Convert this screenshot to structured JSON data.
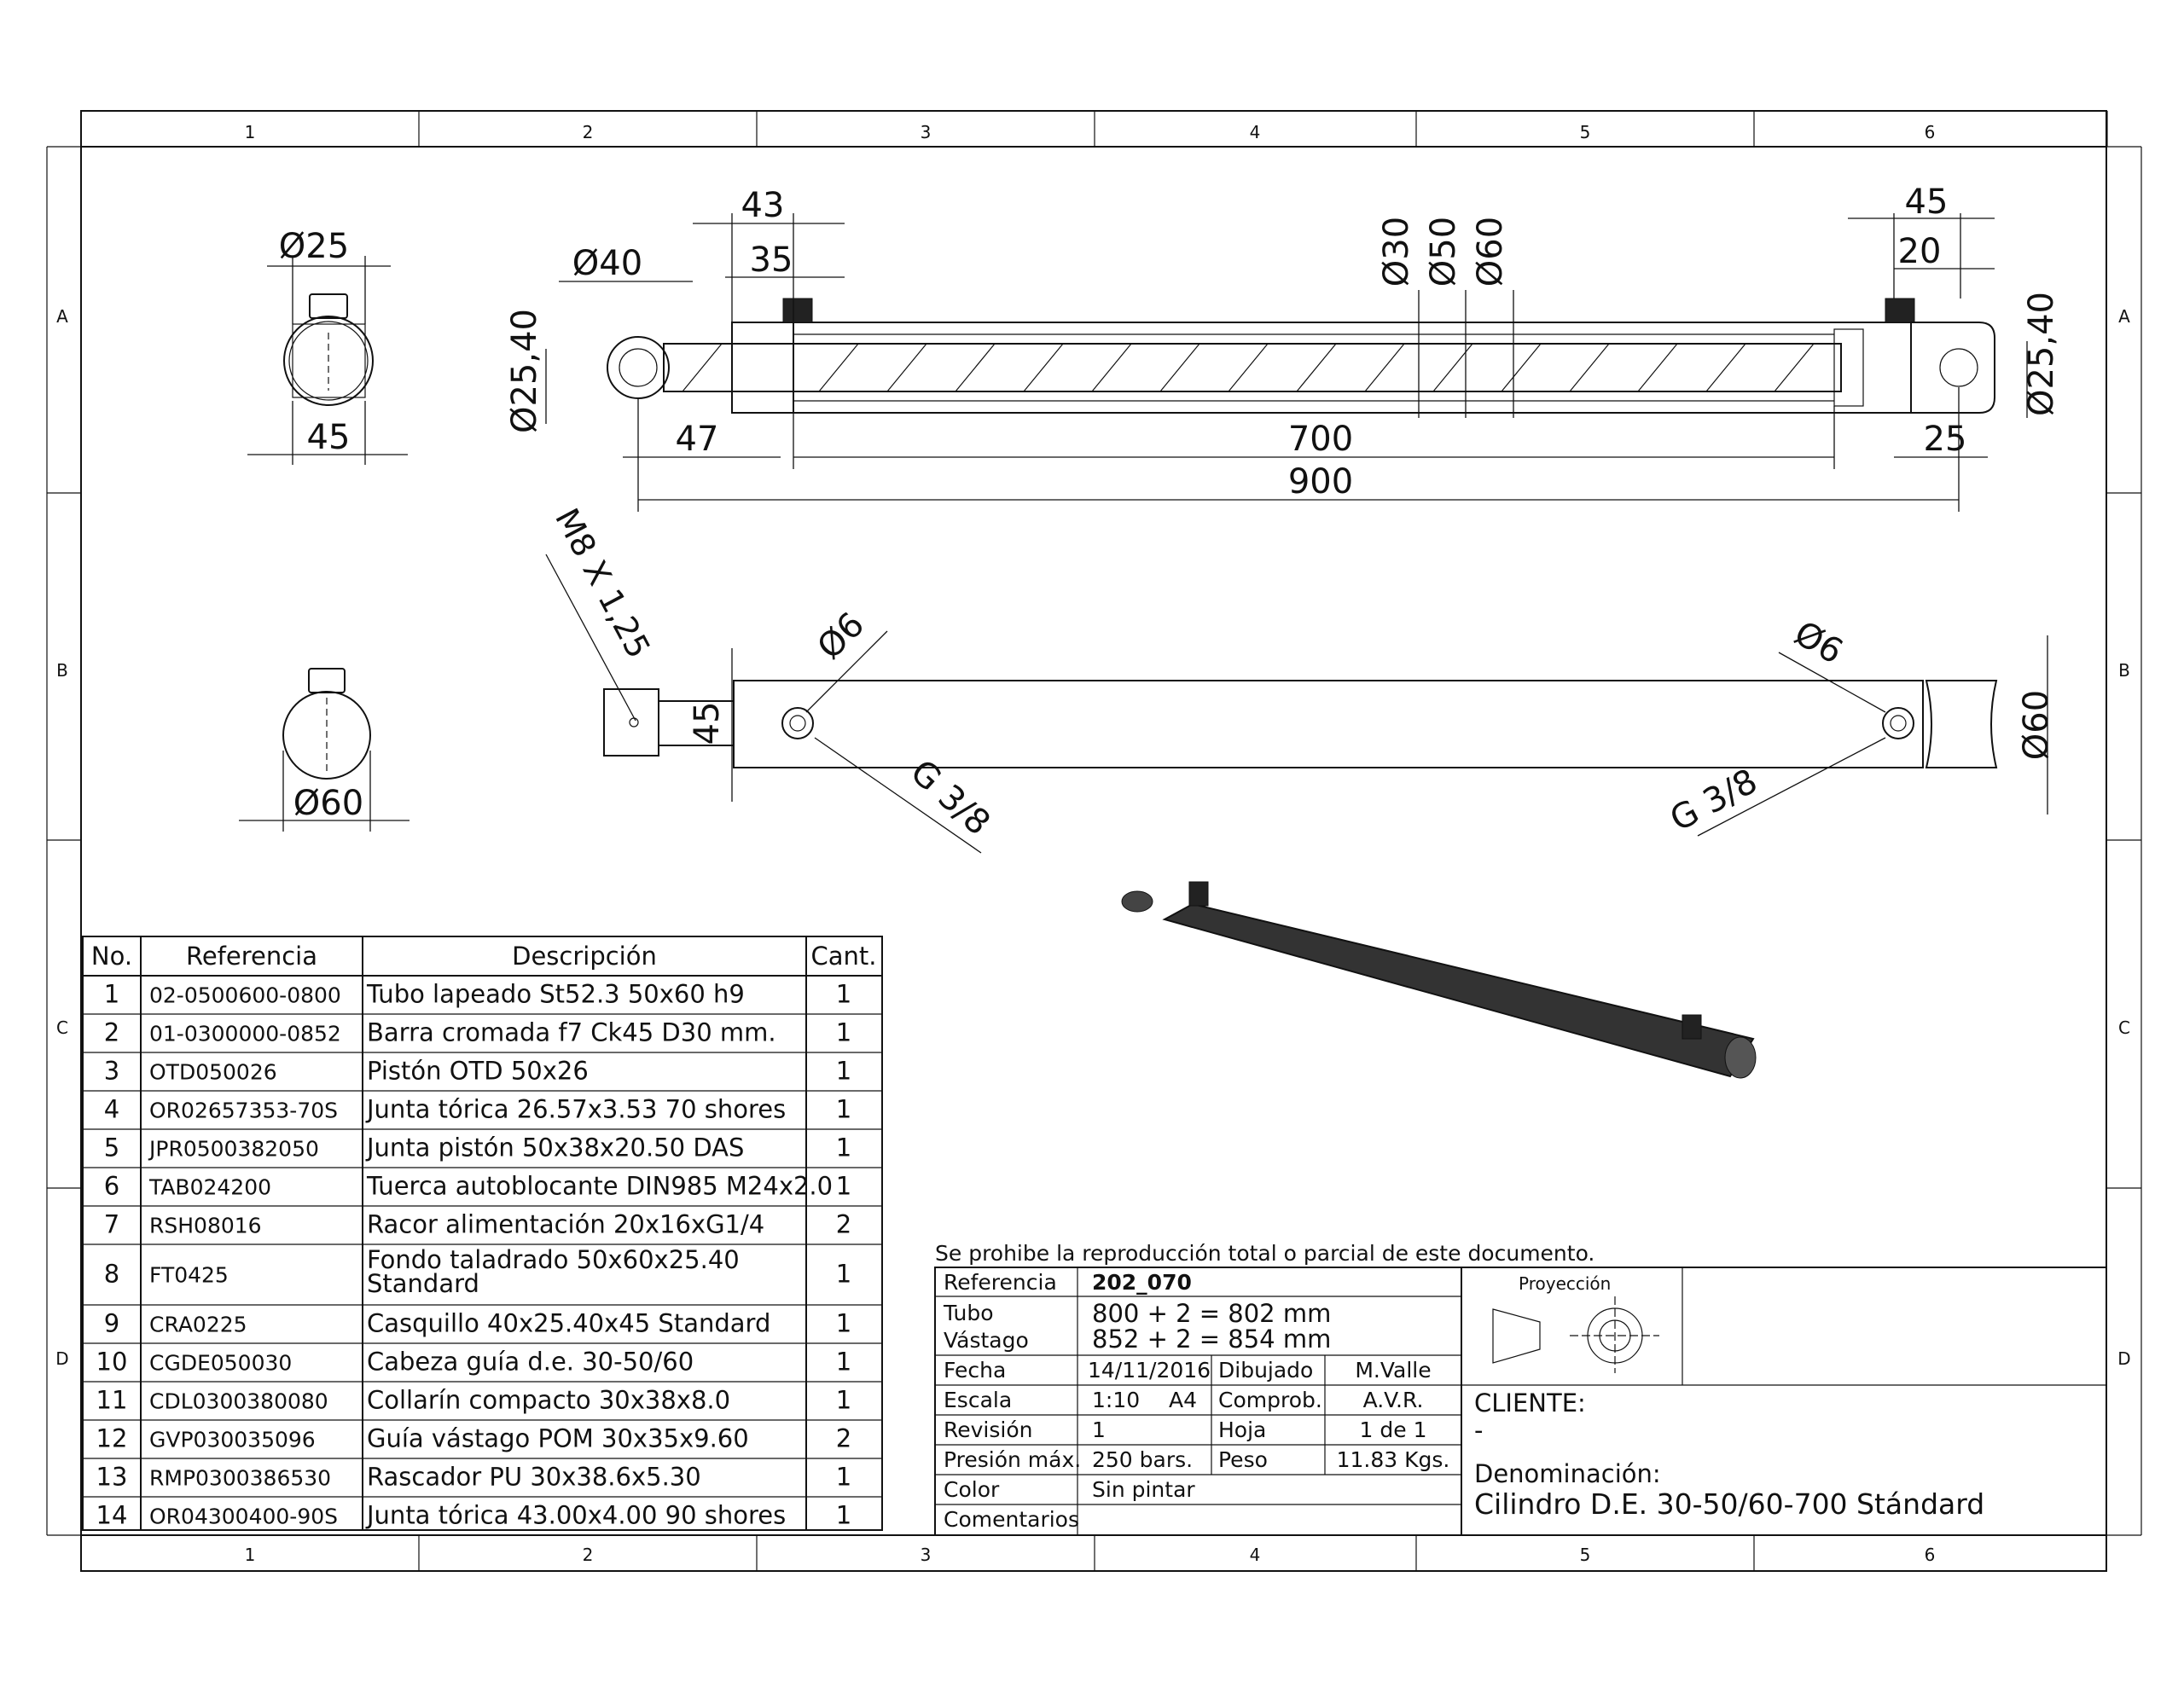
{
  "zones": {
    "columns": [
      "1",
      "2",
      "3",
      "4",
      "5",
      "6"
    ],
    "rows": [
      "A",
      "B",
      "C",
      "D"
    ]
  },
  "dimensions": {
    "top_view": {
      "d25": "Ø25",
      "d40": "Ø40",
      "w43": "43",
      "w35": "35",
      "d30": "Ø30",
      "d50": "Ø50",
      "d60": "Ø60",
      "w45": "45",
      "w20": "20",
      "d2540_left": "Ø25,40",
      "d2540_right": "Ø25,40",
      "w47": "47",
      "w700": "700",
      "w25": "25",
      "w900": "900",
      "end_w45": "45"
    },
    "side_view": {
      "thread": "M8 X 1,25",
      "w45": "45",
      "d6_left": "Ø6",
      "d6_right": "Ø6",
      "port_left": "G 3/8",
      "port_right": "G 3/8",
      "d60": "Ø60",
      "end_d60": "Ø60"
    }
  },
  "bom": {
    "headers": [
      "No.",
      "Referencia",
      "Descripción",
      "Cant."
    ],
    "rows": [
      [
        "1",
        "02-0500600-0800",
        "Tubo lapeado St52.3 50x60 h9",
        "1"
      ],
      [
        "2",
        "01-0300000-0852",
        "Barra cromada f7 Ck45 D30 mm.",
        "1"
      ],
      [
        "3",
        "OTD050026",
        "Pistón OTD 50x26",
        "1"
      ],
      [
        "4",
        "OR02657353-70S",
        "Junta tórica 26.57x3.53 70 shores",
        "1"
      ],
      [
        "5",
        "JPR0500382050",
        "Junta pistón 50x38x20.50 DAS",
        "1"
      ],
      [
        "6",
        "TAB024200",
        "Tuerca autoblocante DIN985 M24x2.0",
        "1"
      ],
      [
        "7",
        "RSH08016",
        "Racor alimentación 20x16xG1/4",
        "2"
      ],
      [
        "8",
        "FT0425",
        "Fondo taladrado 50x60x25.40 Standard",
        "1"
      ],
      [
        "9",
        "CRA0225",
        "Casquillo 40x25.40x45 Standard",
        "1"
      ],
      [
        "10",
        "CGDE050030",
        "Cabeza guía d.e. 30-50/60",
        "1"
      ],
      [
        "11",
        "CDL0300380080",
        "Collarín compacto 30x38x8.0",
        "1"
      ],
      [
        "12",
        "GVP030035096",
        "Guía vástago POM 30x35x9.60",
        "2"
      ],
      [
        "13",
        "RMP0300386530",
        "Rascador PU 30x38.6x5.30",
        "1"
      ],
      [
        "14",
        "OR04300400-90S",
        "Junta tórica 43.00x4.00 90 shores",
        "1"
      ]
    ]
  },
  "title_block": {
    "notice": "Se prohibe la reproducción total o parcial de este documento.",
    "referencia_label": "Referencia",
    "referencia_value": "202_070",
    "tubo_label": "Tubo",
    "tubo_value": "800 + 2 = 802 mm",
    "vastago_label": "Vástago",
    "vastago_value": "852 + 2 = 854 mm",
    "fecha_label": "Fecha",
    "fecha_value": "14/11/2016",
    "dibujado_label": "Dibujado",
    "dibujado_value": "M.Valle",
    "escala_label": "Escala",
    "escala_value": "1:10",
    "sheet_size": "A4",
    "comprob_label": "Comprob.",
    "comprob_value": "A.V.R.",
    "revision_label": "Revisión",
    "revision_value": "1",
    "hoja_label": "Hoja",
    "hoja_value": "1  de  1",
    "presion_label": "Presión máx.",
    "presion_value": "250 bars.",
    "peso_label": "Peso",
    "peso_value": "11.83   Kgs.",
    "color_label": "Color",
    "color_value": "Sin pintar",
    "comentarios_label": "Comentarios",
    "proyeccion_label": "Proyección",
    "cliente_label": "CLIENTE:",
    "cliente_value": "-",
    "denominacion_label": "Denominación:",
    "denominacion_value": "Cilindro D.E. 30-50/60-700 Stándard"
  }
}
